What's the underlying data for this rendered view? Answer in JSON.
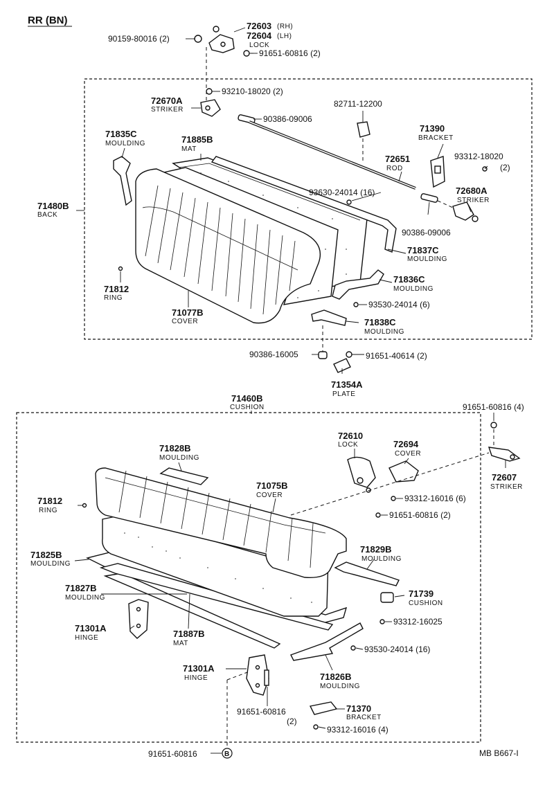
{
  "header": {
    "title": "RR (BN)"
  },
  "footer": {
    "code": "MB  B667-I"
  },
  "back_labels": {
    "p72603": "72603",
    "p72603_side": "(RH)",
    "p72604": "72604",
    "p72604_side": "(LH)",
    "lock": "LOCK",
    "p90159": "90159-80016 (2)",
    "p91651a": "91651-60816 (2)",
    "p93210": "93210-18020 (2)",
    "p72670A": "72670A",
    "striker": "STRIKER",
    "p90386a": "90386-09006",
    "p82711": "82711-12200",
    "p71390": "71390",
    "bracket": "BRACKET",
    "p71835C": "71835C",
    "moulding": "MOULDING",
    "p71885B": "71885B",
    "mat": "MAT",
    "p72651": "72651",
    "rod": "ROD",
    "p93312a": "93312-18020",
    "p93312a_qty": "(2)",
    "p93630": "93630-24014 (16)",
    "p72680A": "72680A",
    "striker2": "STRIKER",
    "p71480B": "71480B",
    "back": "BACK",
    "p90386b": "90386-09006",
    "p71837C": "71837C",
    "moulding2": "MOULDING",
    "p71836C": "71836C",
    "moulding3": "MOULDING",
    "p93530a": "93530-24014 (6)",
    "p71812a": "71812",
    "ring": "RING",
    "p71077B": "71077B",
    "cover": "COVER",
    "p71838C": "71838C",
    "moulding4": "MOULDING",
    "p90386c": "90386-16005",
    "p91651b": "91651-40614 (2)",
    "p71354A": "71354A",
    "plate": "PLATE"
  },
  "cushion_labels": {
    "p71460B": "71460B",
    "cushion": "CUSHION",
    "p91651c": "91651-60816 (4)",
    "p72610": "72610",
    "lock": "LOCK",
    "p72694": "72694",
    "cover": "COVER",
    "p72607": "72607",
    "striker": "STRIKER",
    "p71828B": "71828B",
    "moulding": "MOULDING",
    "p71075B": "71075B",
    "cover2": "COVER",
    "p93312b": "93312-16016 (6)",
    "p91651d": "91651-60816 (2)",
    "p71812b": "71812",
    "ring": "RING",
    "p71825B": "71825B",
    "moulding2": "MOULDING",
    "p71829B": "71829B",
    "moulding3": "MOULDING",
    "p71827B": "71827B",
    "moulding4": "MOULDING",
    "p71739": "71739",
    "cushion2": "CUSHION",
    "p93312c": "93312-16025",
    "p71301Aa": "71301A",
    "hinge": "HINGE",
    "p71887B": "71887B",
    "mat": "MAT",
    "p93530b": "93530-24014 (16)",
    "p71301Ab": "71301A",
    "hinge2": "HINGE",
    "p71826B": "71826B",
    "moulding5": "MOULDING",
    "p91651e": "91651-60816",
    "p91651e_qty": "(2)",
    "p71370": "71370",
    "bracket": "BRACKET",
    "p93312d": "93312-16016 (4)",
    "p91651f": "91651-60816",
    "ref_b": "B"
  }
}
